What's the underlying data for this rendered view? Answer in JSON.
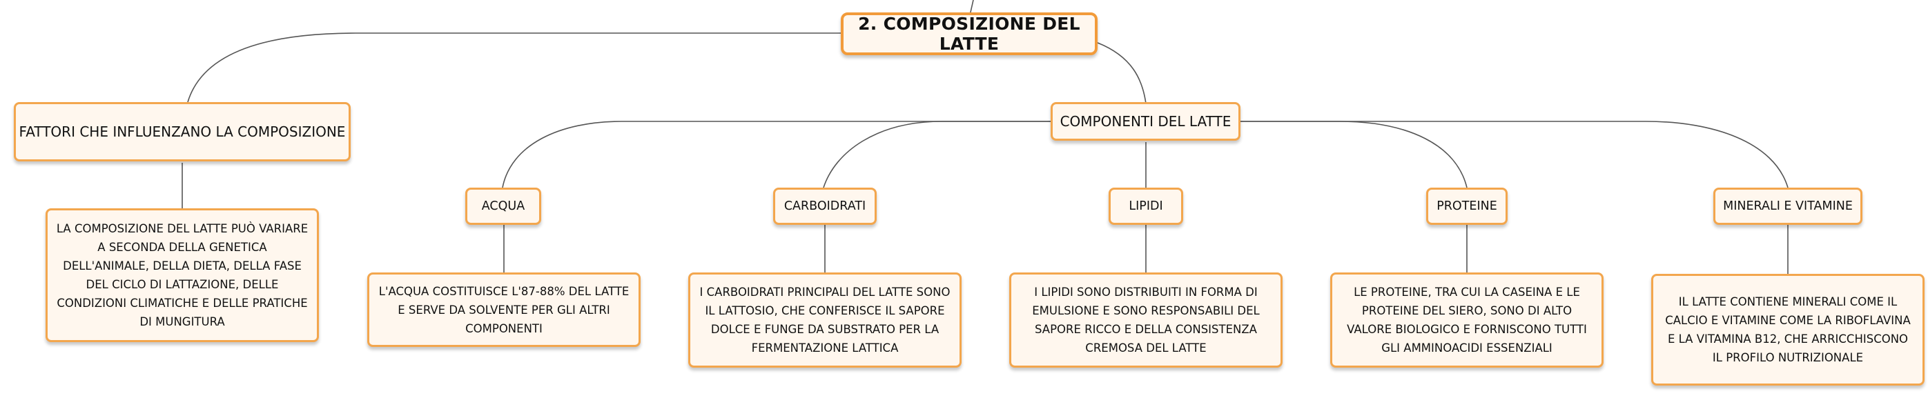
{
  "diagram": {
    "root": {
      "label": "2. COMPOSIZIONE DEL LATTE"
    },
    "factors": {
      "label": "FATTORI CHE INFLUENZANO LA COMPOSIZIONE",
      "detail": "LA COMPOSIZIONE DEL LATTE PUÒ VARIARE A SECONDA DELLA GENETICA DELL'ANIMALE, DELLA DIETA, DELLA FASE DEL CICLO DI LATTAZIONE, DELLE CONDIZIONI CLIMATICHE E DELLE PRATICHE DI MUNGITURA"
    },
    "components": {
      "label": "COMPONENTI DEL LATTE",
      "items": [
        {
          "label": "ACQUA",
          "detail": "L'ACQUA COSTITUISCE L'87-88% DEL LATTE E SERVE DA SOLVENTE PER GLI ALTRI COMPONENTI"
        },
        {
          "label": "CARBOIDRATI",
          "detail": "I CARBOIDRATI PRINCIPALI DEL LATTE SONO IL LATTOSIO, CHE CONFERISCE IL SAPORE DOLCE E FUNGE DA SUBSTRATO PER LA FERMENTAZIONE LATTICA"
        },
        {
          "label": "LIPIDI",
          "detail": "I LIPIDI SONO DISTRIBUITI IN FORMA DI EMULSIONE E SONO RESPONSABILI DEL SAPORE RICCO E DELLA CONSISTENZA CREMOSA DEL LATTE"
        },
        {
          "label": "PROTEINE",
          "detail": "LE PROTEINE, TRA CUI LA CASEINA E LE PROTEINE DEL SIERO, SONO DI ALTO VALORE BIOLOGICO E FORNISCONO TUTTI GLI AMMINOACIDI ESSENZIALI"
        },
        {
          "label": "MINERALI E VITAMINE",
          "detail": "IL LATTE CONTIENE MINERALI COME IL CALCIO E VITAMINE COME LA RIBOFLAVINA E LA VITAMINA B12, CHE ARRICCHISCONO IL PROFILO NUTRIZIONALE"
        }
      ]
    }
  }
}
